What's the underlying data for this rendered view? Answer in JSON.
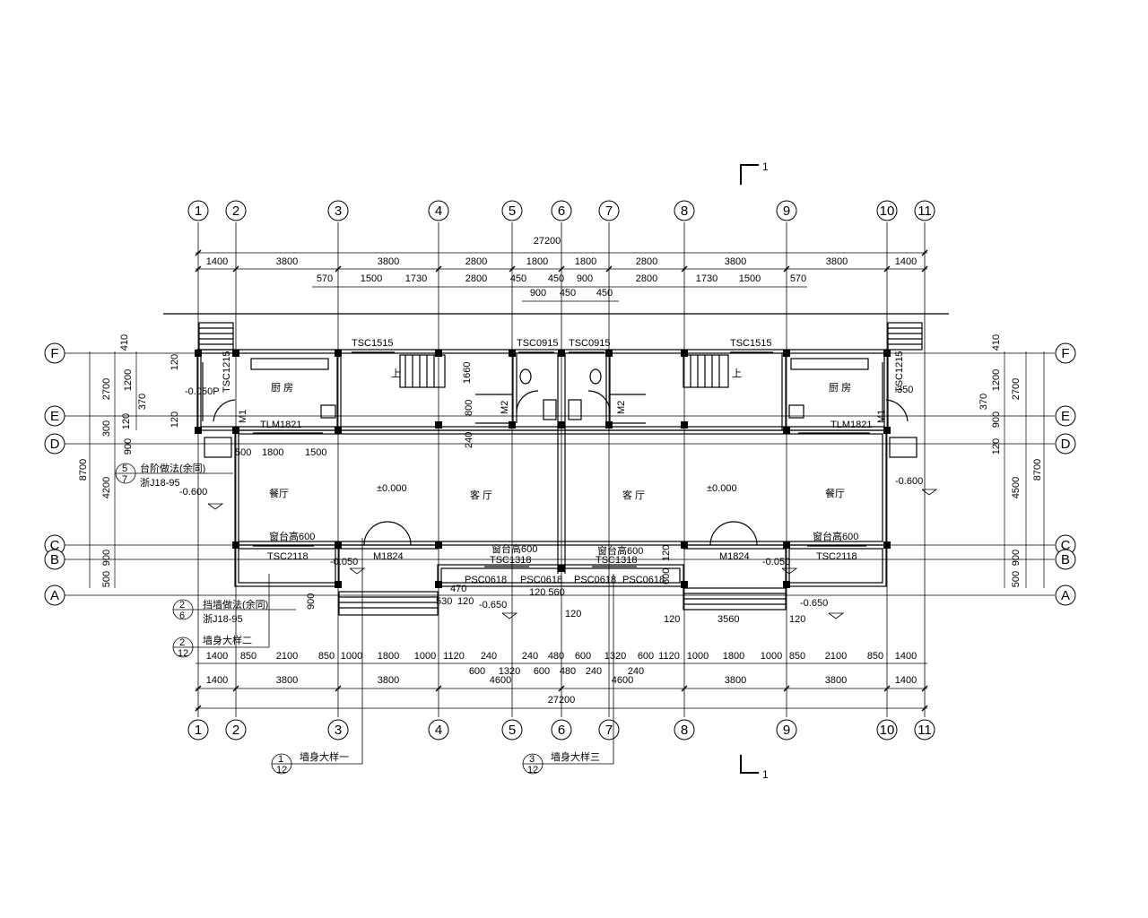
{
  "axes_vertical": [
    "1",
    "2",
    "3",
    "4",
    "5",
    "6",
    "7",
    "8",
    "9",
    "10",
    "11"
  ],
  "axes_horizontal": [
    "F",
    "E",
    "D",
    "C",
    "B",
    "A"
  ],
  "section_mark": "1",
  "dims_top": {
    "total": "27200",
    "row1": [
      "1400",
      "3800",
      "3800",
      "2800",
      "1800",
      "1800",
      "2800",
      "3800",
      "3800",
      "1400"
    ],
    "row2": [
      "570",
      "1500",
      "1730",
      "2800",
      "450",
      "450",
      "900",
      "2800",
      "1730",
      "1500",
      "570"
    ],
    "row3": [
      "900",
      "450",
      "450"
    ]
  },
  "dims_bottom": {
    "total": "27200",
    "row1": [
      "1400",
      "3800",
      "3800",
      "4600",
      "4600",
      "3800",
      "3800",
      "1400"
    ],
    "row2": [
      "1400",
      "850",
      "2100",
      "850",
      "1000",
      "1800",
      "1000",
      "1120",
      "240",
      "240",
      "480",
      "600",
      "1320",
      "600",
      "1120",
      "1000",
      "1800",
      "1000",
      "850",
      "2100",
      "850",
      "1400"
    ],
    "row3": [
      "600",
      "1320",
      "600",
      "480",
      "240",
      "240"
    ]
  },
  "dims_left": [
    "410",
    "2700",
    "1200",
    "370",
    "300",
    "120",
    "4200",
    "900",
    "500",
    "8700",
    "900",
    "120",
    "120"
  ],
  "dims_right": [
    "410",
    "1200",
    "2700",
    "370",
    "900",
    "120",
    "4500",
    "8700",
    "900",
    "500"
  ],
  "doors_windows": {
    "tsc1515": "TSC1515",
    "tsc0915": "TSC0915",
    "tsc1215": "TSC1215",
    "tlm1821": "TLM1821",
    "m1": "M1",
    "m2": "M2",
    "m1824": "M1824",
    "tsc2118": "TSC2118",
    "tsc1318": "TSC1318",
    "psc0618": "PSC0618"
  },
  "rooms": {
    "kitchen": "厨 房",
    "dining": "餐厅",
    "living": "客 厅",
    "sill": "窗台高600",
    "up": "上"
  },
  "levels": {
    "zero": "±0.000",
    "m050": "-0.050",
    "m600": "-0.600",
    "m650": "-0.650",
    "m0050p": "-0.050P",
    "e350": "350"
  },
  "misc_dims": {
    "d1660": "1660",
    "d800": "800",
    "d240": "240",
    "d1800": "1800",
    "d1500": "1500",
    "d500": "500",
    "d120": "120",
    "d3560": "3560",
    "d600": "600",
    "d560": "560",
    "d530": "530",
    "d470": "470",
    "d120_560": "120 560",
    "d900": "900"
  },
  "callouts": {
    "stair": {
      "num": "5",
      "sheet": "7",
      "text": "台阶做法(余同)",
      "ref": "浙J18-95"
    },
    "retaining": {
      "num": "2",
      "sheet": "6",
      "text": "挡墙做法(余同)",
      "ref": "浙J18-95"
    },
    "wall2": {
      "num": "2",
      "sheet": "12",
      "text": "墙身大样二"
    },
    "wall1": {
      "num": "1",
      "sheet": "12",
      "text": "墙身大样一"
    },
    "wall3": {
      "num": "3",
      "sheet": "12",
      "text": "墙身大样三"
    }
  }
}
